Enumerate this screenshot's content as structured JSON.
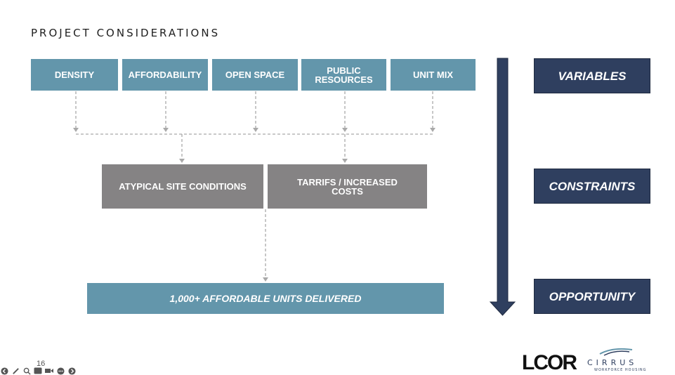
{
  "slide": {
    "title": "PROJECT CONSIDERATIONS",
    "page_number": "16"
  },
  "variables_row": [
    {
      "label": "DENSITY"
    },
    {
      "label": "AFFORDABILITY"
    },
    {
      "label": "OPEN SPACE"
    },
    {
      "label": "PUBLIC\nRESOURCES"
    },
    {
      "label": "UNIT MIX"
    }
  ],
  "constraints_row": [
    {
      "label": "ATYPICAL SITE CONDITIONS"
    },
    {
      "label": "TARRIFS / INCREASED\nCOSTS"
    }
  ],
  "result": {
    "label": "1,000+ AFFORDABLE UNITS DELIVERED"
  },
  "stages": {
    "variables": "VARIABLES",
    "constraints": "CONSTRAINTS",
    "opportunity": "OPPORTUNITY"
  },
  "logos": {
    "lcor": "LCOR",
    "cirrus": "CIRRUS",
    "cirrus_sub": "WORKFORCE HOUSING"
  },
  "colors": {
    "variable_box": "#6396ab",
    "constraint_box": "#858384",
    "stage_box": "#2f3f5f",
    "arrow": "#2f3f5f",
    "connector": "#a9a9a9"
  },
  "toolbar_icons": [
    "back-icon",
    "pen-icon",
    "zoom-icon",
    "captions-icon",
    "camera-icon",
    "more-icon",
    "forward-icon"
  ]
}
